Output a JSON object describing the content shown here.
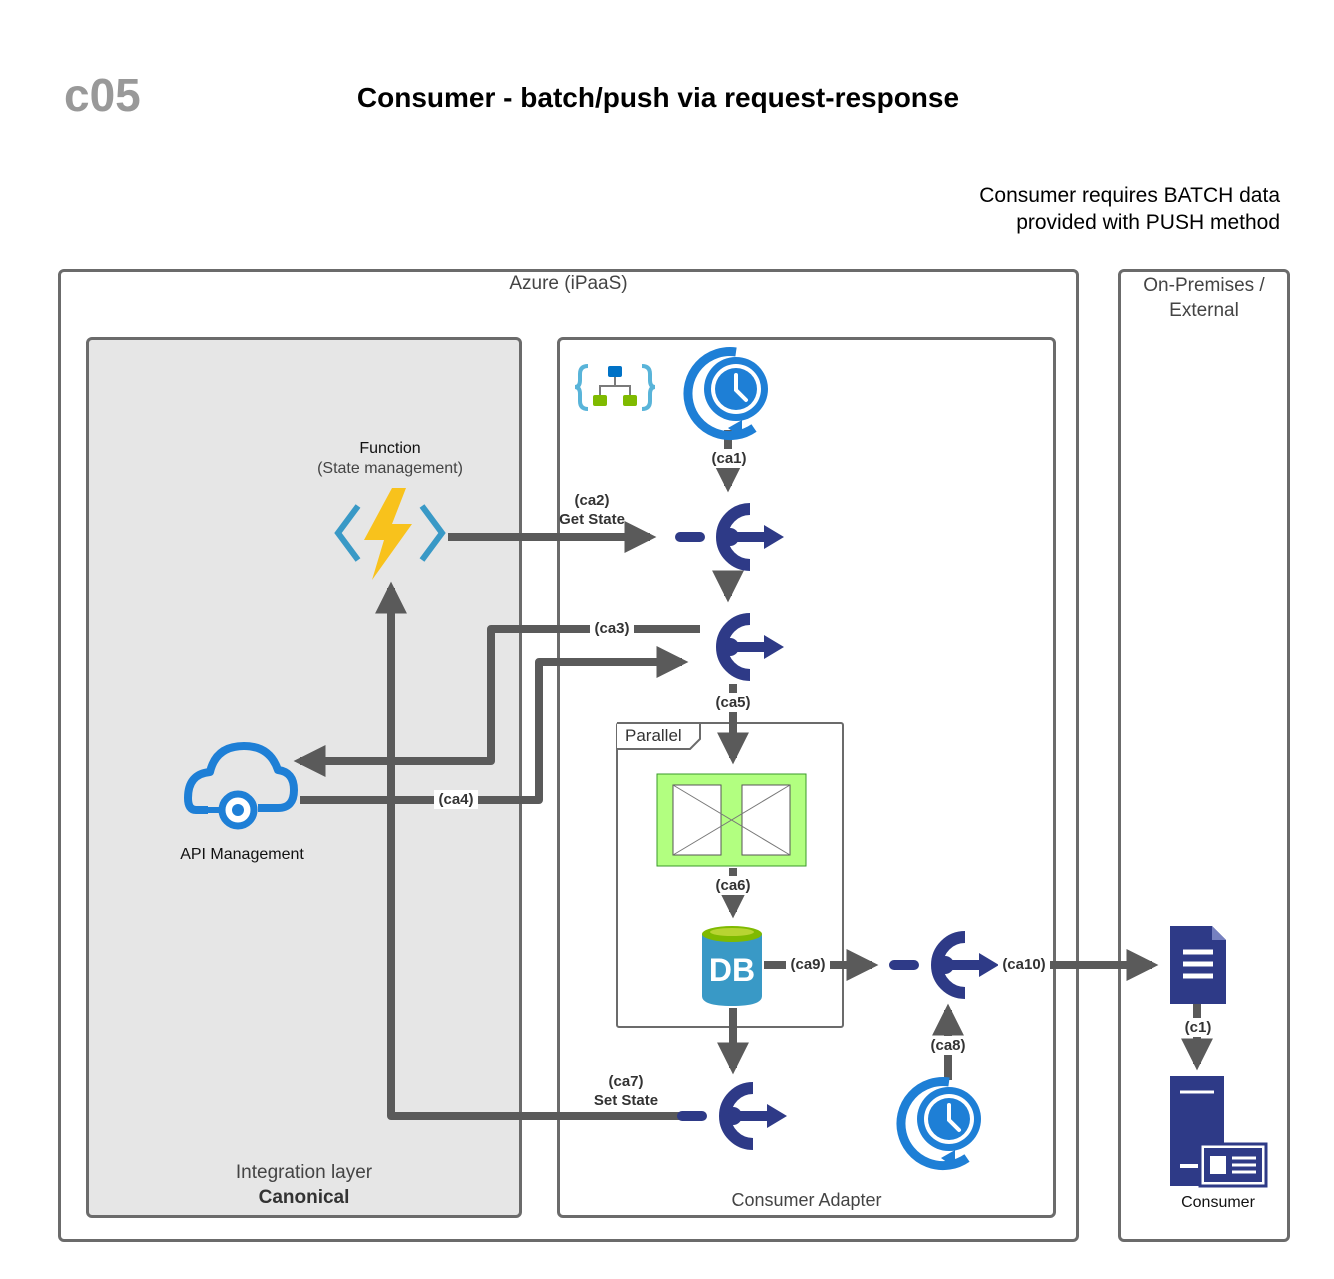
{
  "header": {
    "code": "c05",
    "title": "Consumer - batch/push via request-response",
    "note_line1": "Consumer requires BATCH data",
    "note_line2": "provided with PUSH method"
  },
  "containers": {
    "azure": "Azure (iPaaS)",
    "onprem_line1": "On-Premises /",
    "onprem_line2": "External",
    "integration_line1": "Integration layer",
    "integration_line2": "Canonical",
    "adapter": "Consumer Adapter",
    "parallel": "Parallel"
  },
  "nodes": {
    "function_title": "Function",
    "function_subtitle": "(State management)",
    "apim": "API Management",
    "db": "DB",
    "consumer": "Consumer"
  },
  "edges": {
    "ca1": "(ca1)",
    "ca2": "(ca2)",
    "ca2_sub": "Get State",
    "ca3": "(ca3)",
    "ca4": "(ca4)",
    "ca5": "(ca5)",
    "ca6": "(ca6)",
    "ca7": "(ca7)",
    "ca7_sub": "Set State",
    "ca8": "(ca8)",
    "ca9": "(ca9)",
    "ca10": "(ca10)",
    "c1": "(c1)"
  },
  "colors": {
    "frame": "#6b6b6b",
    "connector": "#5a5a5a",
    "http_icon": "#2e3a87",
    "azure_blue": "#1e7fd6",
    "lightning": "#f8c21c",
    "parallel_fill": "#b2ff80"
  }
}
